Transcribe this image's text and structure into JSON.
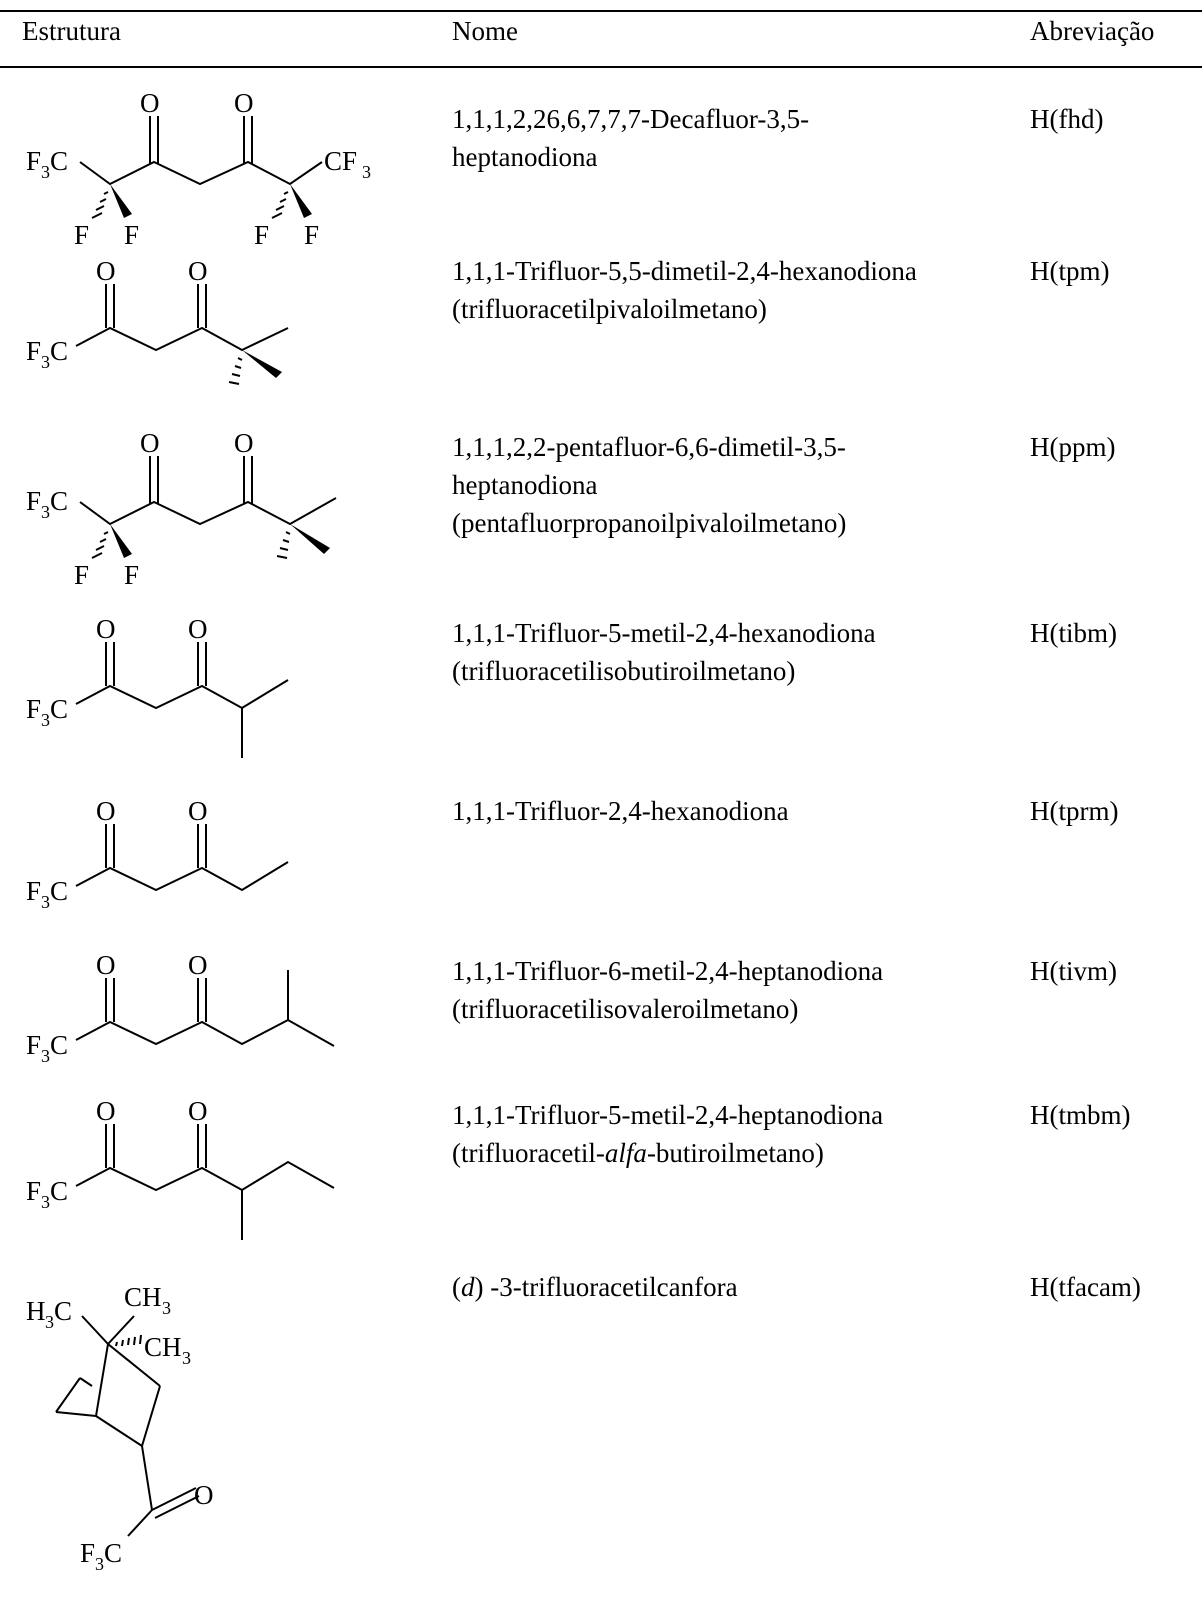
{
  "headers": {
    "structure": "Estrutura",
    "name": "Nome",
    "abbrev": "Abreviação"
  },
  "labels": {
    "O": "O",
    "F": "F",
    "F3": "F",
    "C": "C",
    "CF": "CF",
    "three": "3",
    "H": "H",
    "CH": "CH"
  },
  "rows": [
    {
      "name_lines": [
        "1,1,1,2,26,6,7,7,7-Decafluor-3,5-",
        "heptanodiona"
      ],
      "abbrev": "H(fhd)"
    },
    {
      "name_lines": [
        "1,1,1-Trifluor-5,5-dimetil-2,4-hexanodiona",
        "(trifluoracetilpivaloilmetano)"
      ],
      "abbrev": "H(tpm)"
    },
    {
      "name_lines": [
        "1,1,1,2,2-pentafluor-6,6-dimetil-3,5-",
        "heptanodiona",
        "(pentafluorpropanoilpivaloilmetano)"
      ],
      "abbrev": "H(ppm)"
    },
    {
      "name_lines": [
        "1,1,1-Trifluor-5-metil-2,4-hexanodiona",
        "(trifluoracetilisobutiroilmetano)"
      ],
      "abbrev": "H(tibm)"
    },
    {
      "name_lines": [
        "1,1,1-Trifluor-2,4-hexanodiona"
      ],
      "abbrev": "H(tprm)"
    },
    {
      "name_lines": [
        "1,1,1-Trifluor-6-metil-2,4-heptanodiona",
        "(trifluoracetilisovaleroilmetano)"
      ],
      "abbrev": "H(tivm)"
    },
    {
      "name_lines": [
        "1,1,1-Trifluor-5-metil-2,4-heptanodiona"
      ],
      "name_line2": {
        "pre": "(trifluoracetil-",
        "italic": "alfa",
        "post": "-butiroilmetano)"
      },
      "abbrev": "H(tmbm)"
    },
    {
      "name_parts": {
        "pre": "(",
        "italic": "d",
        "post": ") -3-trifluoracetilcanfora"
      },
      "abbrev": "H(tfacam)"
    }
  ]
}
